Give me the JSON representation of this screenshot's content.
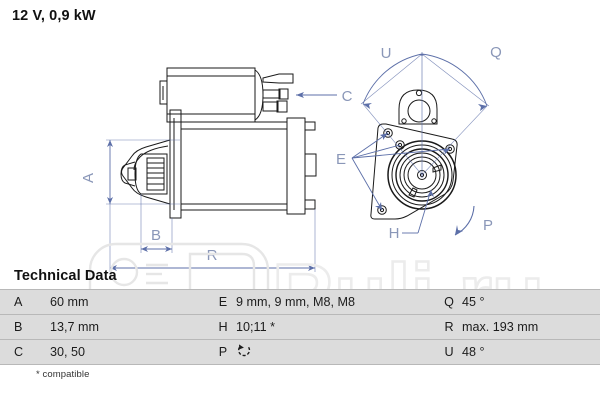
{
  "header": {
    "title": "12 V, 0,9 kW"
  },
  "drawings": {
    "side_view": {
      "name": "starter-motor-side-view",
      "labels": [
        {
          "id": "A",
          "text": "A",
          "kind": "vertical-dimension"
        },
        {
          "id": "B",
          "text": "B",
          "kind": "horizontal-dimension"
        },
        {
          "id": "C",
          "text": "C",
          "kind": "leader-callout"
        },
        {
          "id": "R",
          "text": "R",
          "kind": "horizontal-dimension"
        }
      ]
    },
    "front_view": {
      "name": "starter-motor-flange-front-view",
      "labels": [
        {
          "id": "U",
          "text": "U",
          "kind": "angular-dimension"
        },
        {
          "id": "Q",
          "text": "Q",
          "kind": "angular-dimension"
        },
        {
          "id": "E",
          "text": "E",
          "kind": "leader-callout"
        },
        {
          "id": "H",
          "text": "H",
          "kind": "leader-callout"
        },
        {
          "id": "P",
          "text": "P",
          "kind": "rotation-direction"
        }
      ]
    }
  },
  "watermark": {
    "text": "Ruli.ru"
  },
  "technical_data": {
    "heading": "Technical Data",
    "footnote": "* compatible",
    "rows": [
      {
        "col1_key": "A",
        "col1_value": "60 mm",
        "col2_key": "E",
        "col2_value": "9 mm, 9 mm, M8, M8",
        "col3_key": "Q",
        "col3_value": "45 °"
      },
      {
        "col1_key": "B",
        "col1_value": "13,7 mm",
        "col2_key": "H",
        "col2_value": "10;11 *",
        "col3_key": "R",
        "col3_value": "max. 193 mm"
      },
      {
        "col1_key": "C",
        "col1_value": "30, 50",
        "col2_key": "P",
        "col2_value": "",
        "col2_icon": "counterclockwise-rotation-icon",
        "col3_key": "U",
        "col3_value": "48 °"
      }
    ]
  },
  "colors": {
    "dimension_blue": "#5c6fa8",
    "dimension_label": "#8a97b8",
    "row_fill": "#dcdcdc",
    "row_border": "#b8b8b8",
    "drawing_line": "#1a1a1a",
    "watermark": "#ededed"
  }
}
